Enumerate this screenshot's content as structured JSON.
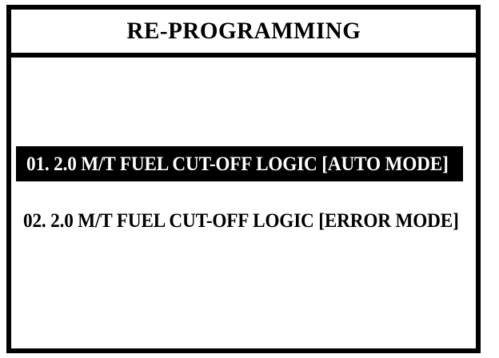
{
  "screen": {
    "background_color": "#ffffff",
    "frame_border_color": "#000000"
  },
  "header": {
    "title": "RE-PROGRAMMING"
  },
  "list": {
    "selected_index": 0,
    "selected_colors": {
      "background": "#000000",
      "text": "#ffffff"
    },
    "normal_colors": {
      "background": "#ffffff",
      "text": "#000000"
    },
    "items": [
      {
        "number": "01.",
        "label": "01. 2.0 M/T FUEL CUT-OFF LOGIC [AUTO MODE]",
        "selected": true
      },
      {
        "number": "02.",
        "label": "02. 2.0 M/T FUEL CUT-OFF LOGIC [ERROR MODE]",
        "selected": false
      }
    ]
  }
}
